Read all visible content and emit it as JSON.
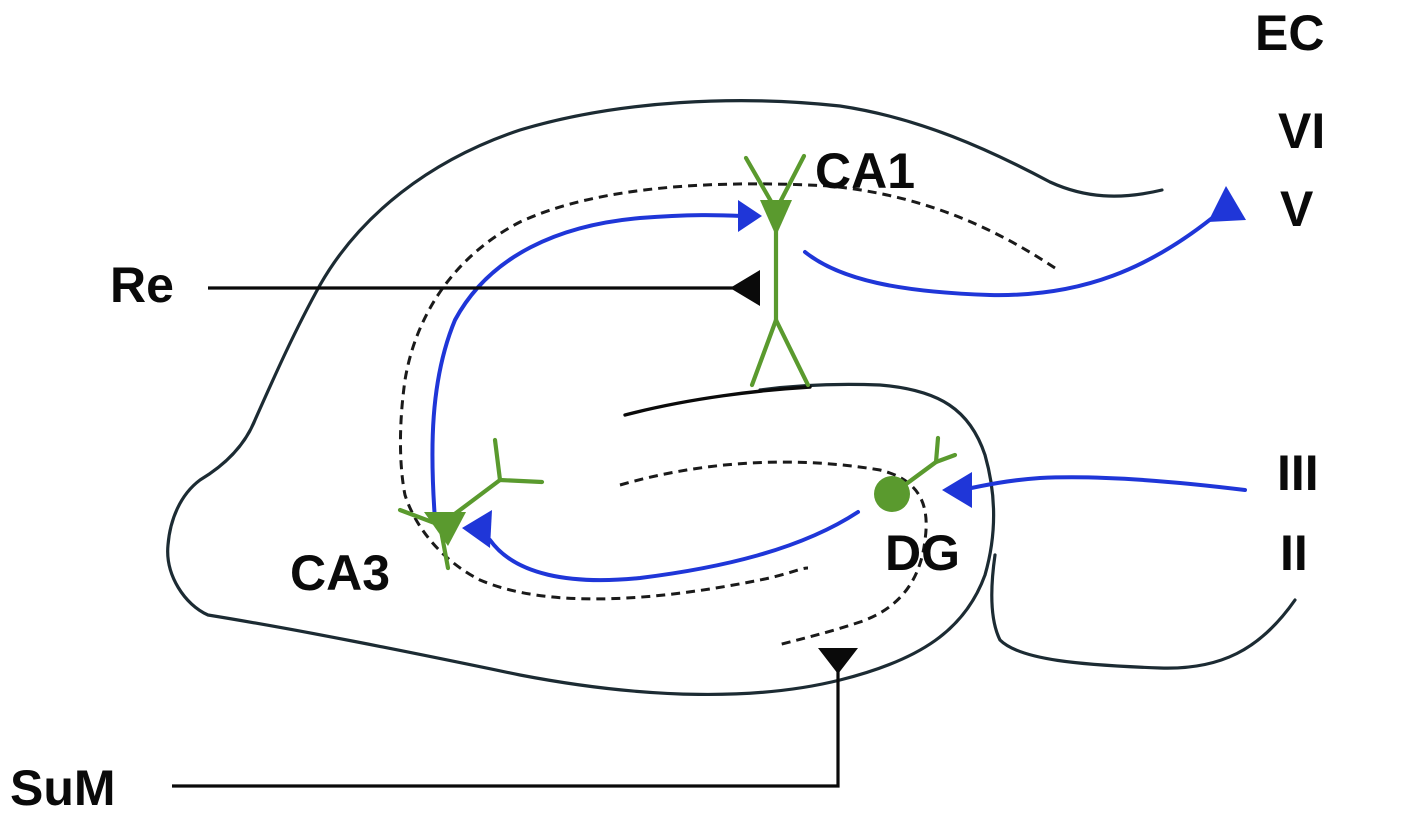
{
  "labels": {
    "ec": "EC",
    "layer_vi": "VI",
    "layer_v": "V",
    "layer_iii": "III",
    "layer_ii": "II",
    "ca1": "CA1",
    "ca3": "CA3",
    "dg": "DG",
    "re": "Re",
    "sum": "SuM"
  },
  "colors": {
    "pathway": "#1f36d8",
    "neuron": "#5a9a2e",
    "outline": "#1c2b33",
    "afferent": "#0a0a0a"
  }
}
